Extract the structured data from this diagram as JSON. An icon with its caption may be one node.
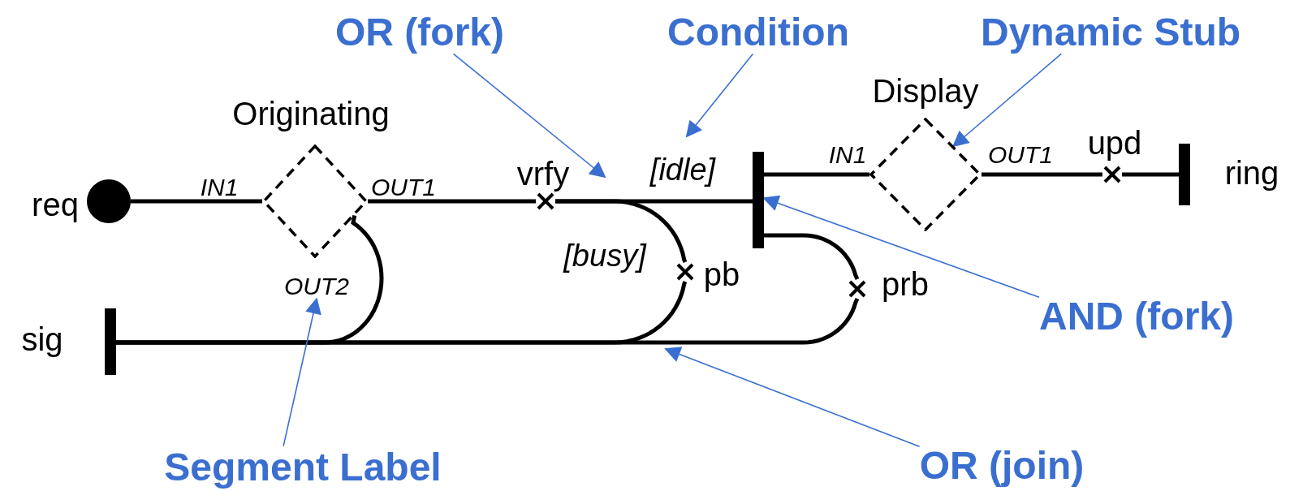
{
  "diagram": {
    "nodes": [
      {
        "text": [],
        "shape": "circle",
        "beside": [
          "req"
        ]
      },
      {
        "text": [
          "Originating"
        ],
        "beside": [
          "IN1",
          "OUT1",
          "OUT2"
        ]
      },
      {
        "text": [],
        "shape": "cross",
        "beside": [
          "vrfy"
        ]
      },
      {
        "text": [],
        "shape": "bar"
      },
      {
        "text": [
          "Display"
        ],
        "beside": [
          "IN1",
          "OUT1"
        ]
      },
      {
        "text": [],
        "shape": "cross",
        "beside": [
          "upd"
        ]
      },
      {
        "text": [],
        "shape": "bar",
        "beside": [
          "ring"
        ]
      },
      {
        "text": [],
        "shape": "cross",
        "beside": [
          "pb"
        ]
      },
      {
        "text": [],
        "shape": "cross",
        "beside": [
          "prb"
        ]
      },
      {
        "text": [],
        "shape": "bar",
        "beside": [
          "sig"
        ]
      },
      {
        "text": [
          "OR (fork)"
        ]
      },
      {
        "text": [
          "Condition"
        ]
      },
      {
        "text": [
          "Dynamic Stub"
        ]
      },
      {
        "text": [
          "AND (fork)"
        ]
      },
      {
        "text": [
          "Segment Label"
        ]
      },
      {
        "text": [
          "OR (join)"
        ]
      }
    ],
    "edges": [
      {
        "from": 0,
        "to": 1,
        "arrow": "none"
      },
      {
        "from": 1,
        "to": 2,
        "arrow": "none"
      },
      {
        "from": 2,
        "to": 3,
        "arrow": "none",
        "label": "[idle]"
      },
      {
        "from": 2,
        "to": 7,
        "arrow": "none",
        "label": "[busy]"
      },
      {
        "from": 7,
        "to": 9,
        "arrow": "none"
      },
      {
        "from": 1,
        "to": 9,
        "arrow": "none"
      },
      {
        "from": 3,
        "to": 4,
        "arrow": "none"
      },
      {
        "from": 4,
        "to": 5,
        "arrow": "none"
      },
      {
        "from": 5,
        "to": 6,
        "arrow": "none"
      },
      {
        "from": 3,
        "to": 8,
        "arrow": "none"
      },
      {
        "from": 8,
        "to": 9,
        "arrow": "none"
      },
      {
        "from": 10,
        "to": null,
        "arrow": "to",
        "color": "#3a6fd0"
      },
      {
        "from": 11,
        "to": null,
        "arrow": "to",
        "color": "#3a6fd0"
      },
      {
        "from": 12,
        "to": 4,
        "arrow": "to",
        "color": "#3a6fd0"
      },
      {
        "from": 13,
        "to": 3,
        "arrow": "to",
        "color": "#3a6fd0"
      },
      {
        "from": 14,
        "to": 1,
        "arrow": "to",
        "color": "#3a6fd0"
      },
      {
        "from": 15,
        "to": null,
        "arrow": "to",
        "color": "#3a6fd0"
      }
    ]
  }
}
